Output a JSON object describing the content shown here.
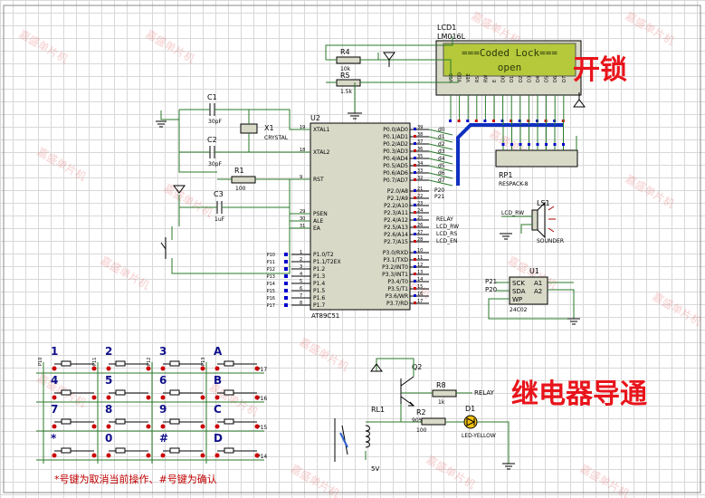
{
  "lcd": {
    "ref": "LCD1",
    "model": "LM016L",
    "line1": "===Coded Lock===",
    "line2": "open",
    "pins": [
      "VSS",
      "VDD",
      "VEE",
      "RS",
      "RW",
      "E",
      "D0",
      "D1",
      "D2",
      "D3",
      "D4",
      "D5",
      "D6",
      "D7"
    ]
  },
  "overlay": {
    "unlock": "开锁",
    "relay_on": "继电器导通",
    "watermark": "嘉盛单片机"
  },
  "mcu": {
    "ref": "U2",
    "model": "AT89C51",
    "left_pins": [
      {
        "num": "19",
        "name": "XTAL1"
      },
      {
        "num": "18",
        "name": "XTAL2"
      },
      {
        "num": "9",
        "name": "RST"
      },
      {
        "num": "29",
        "name": "PSEN"
      },
      {
        "num": "30",
        "name": "ALE"
      },
      {
        "num": "31",
        "name": "EA"
      },
      {
        "num": "1",
        "name": "P1.0/T2"
      },
      {
        "num": "2",
        "name": "P1.1/T2EX"
      },
      {
        "num": "3",
        "name": "P1.2"
      },
      {
        "num": "4",
        "name": "P1.3"
      },
      {
        "num": "5",
        "name": "P1.4"
      },
      {
        "num": "6",
        "name": "P1.5"
      },
      {
        "num": "7",
        "name": "P1.6"
      },
      {
        "num": "8",
        "name": "P1.7"
      }
    ],
    "right_pins": [
      {
        "num": "39",
        "name": "P0.0/AD0"
      },
      {
        "num": "38",
        "name": "P0.1/AD1"
      },
      {
        "num": "37",
        "name": "P0.2/AD2"
      },
      {
        "num": "36",
        "name": "P0.3/AD3"
      },
      {
        "num": "35",
        "name": "P0.4/AD4"
      },
      {
        "num": "34",
        "name": "P0.5/AD5"
      },
      {
        "num": "33",
        "name": "P0.6/AD6"
      },
      {
        "num": "32",
        "name": "P0.7/AD7"
      },
      {
        "num": "21",
        "name": "P2.0/A8"
      },
      {
        "num": "22",
        "name": "P2.1/A9"
      },
      {
        "num": "23",
        "name": "P2.2/A10"
      },
      {
        "num": "24",
        "name": "P2.3/A11"
      },
      {
        "num": "25",
        "name": "P2.4/A12"
      },
      {
        "num": "26",
        "name": "P2.5/A13"
      },
      {
        "num": "27",
        "name": "P2.6/A14"
      },
      {
        "num": "28",
        "name": "P2.7/A15"
      },
      {
        "num": "10",
        "name": "P3.0/RXD"
      },
      {
        "num": "11",
        "name": "P3.1/TXD"
      },
      {
        "num": "12",
        "name": "P3.2/INT0"
      },
      {
        "num": "13",
        "name": "P3.3/INT1"
      },
      {
        "num": "14",
        "name": "P3.4/T0"
      },
      {
        "num": "15",
        "name": "P3.5/T1"
      },
      {
        "num": "16",
        "name": "P3.6/WR"
      },
      {
        "num": "17",
        "name": "P3.7/RD"
      }
    ],
    "data_nets": [
      "d0",
      "d1",
      "d2",
      "d3",
      "d4",
      "d5",
      "d6",
      "d7"
    ],
    "p2_nets": [
      "P20",
      "P21"
    ],
    "p2_labels": [
      "RELAY",
      "LCD_RW",
      "LCD_RS",
      "LCD_EN"
    ],
    "p1_labels": [
      "P10",
      "P11",
      "P12",
      "P13",
      "P14",
      "P15",
      "P16",
      "P17"
    ]
  },
  "components": {
    "c1": {
      "ref": "C1",
      "value": "30pF"
    },
    "c2": {
      "ref": "C2",
      "value": "30pF"
    },
    "x1": {
      "ref": "X1",
      "value": "CRYSTAL"
    },
    "r1": {
      "ref": "R1",
      "value": "100"
    },
    "c3": {
      "ref": "C3",
      "value": "1uF"
    },
    "r4": {
      "ref": "R4",
      "value": "10k"
    },
    "r5": {
      "ref": "R5",
      "value": "1.5k"
    },
    "rp1": {
      "ref": "RP1",
      "value": "RESPACK-8"
    },
    "ls1": {
      "ref": "LS1",
      "value": "SOUNDER",
      "net": "LCD_RW"
    },
    "u1": {
      "ref": "U1",
      "value": "24C02",
      "pins": [
        "SCK",
        "SDA",
        "WP",
        "A1",
        "A2"
      ],
      "nets": [
        "P21",
        "P20"
      ]
    },
    "q2": {
      "ref": "Q2"
    },
    "r8": {
      "ref": "R8",
      "value": "1k",
      "net": "RELAY"
    },
    "rl1": {
      "ref": "RL1",
      "value": "5V"
    },
    "r2": {
      "ref": "R2",
      "value": "100",
      "tag": "90%"
    },
    "d1": {
      "ref": "D1",
      "value": "LED-YELLOW"
    }
  },
  "keypad": {
    "keys": [
      [
        "1",
        "2",
        "3",
        "A"
      ],
      [
        "4",
        "5",
        "6",
        "B"
      ],
      [
        "7",
        "8",
        "9",
        "C"
      ],
      [
        "*",
        "0",
        "#",
        "D"
      ]
    ],
    "col_pins": [
      "P10",
      "P11",
      "P12",
      "P13"
    ],
    "row_pins": [
      "P17",
      "P16",
      "P15",
      "P14"
    ],
    "note": "*号键为取消当前操作、#号键为确认"
  },
  "colors": {
    "lcd_bg": "#b5c93b",
    "lcd_text": "#2e3a0a",
    "bus": "#1030c0",
    "wire": "#2a7a2a",
    "overlay_text": "#e8141b",
    "key_label": "#10108a"
  }
}
